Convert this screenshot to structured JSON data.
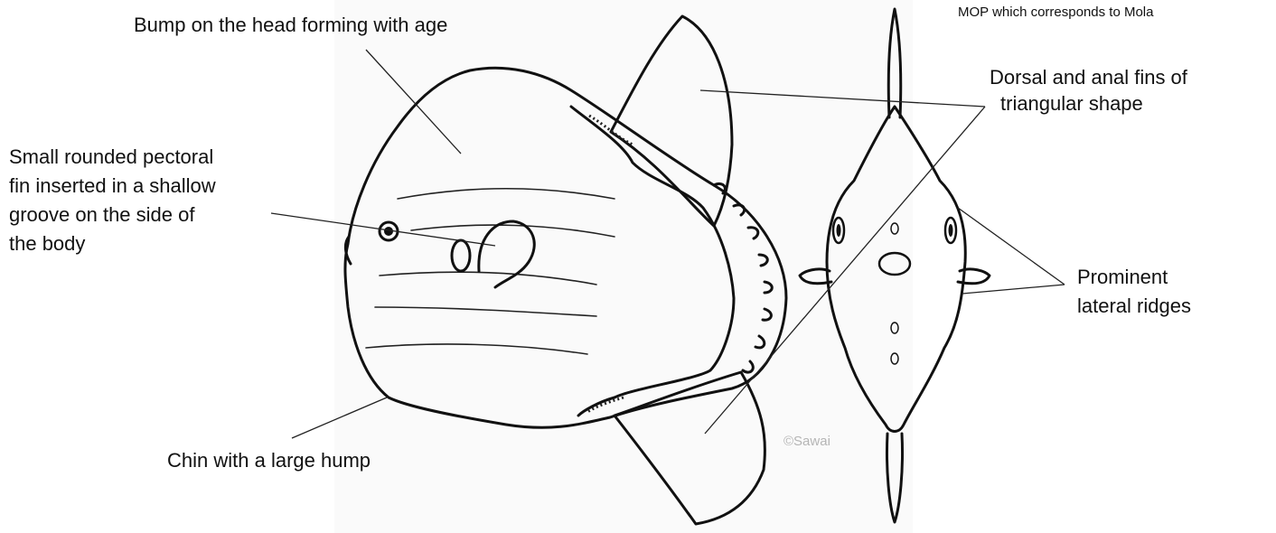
{
  "labels": {
    "bump": "Bump on the head forming with age",
    "mop_note": "MOP which corresponds to Mola",
    "dorsal_1": "Dorsal and anal fins of",
    "dorsal_2": "triangular shape",
    "pectoral_1": "Small rounded pectoral",
    "pectoral_2": "fin inserted in a shallow",
    "pectoral_3": "groove on the side of",
    "pectoral_4": "the body",
    "ridges_1": "Prominent",
    "ridges_2": "lateral ridges",
    "chin": "Chin with a large hump",
    "credit": "©Sawai"
  },
  "colors": {
    "ink": "#111111",
    "background": "#ffffff",
    "credit": "#b5b5b5"
  }
}
